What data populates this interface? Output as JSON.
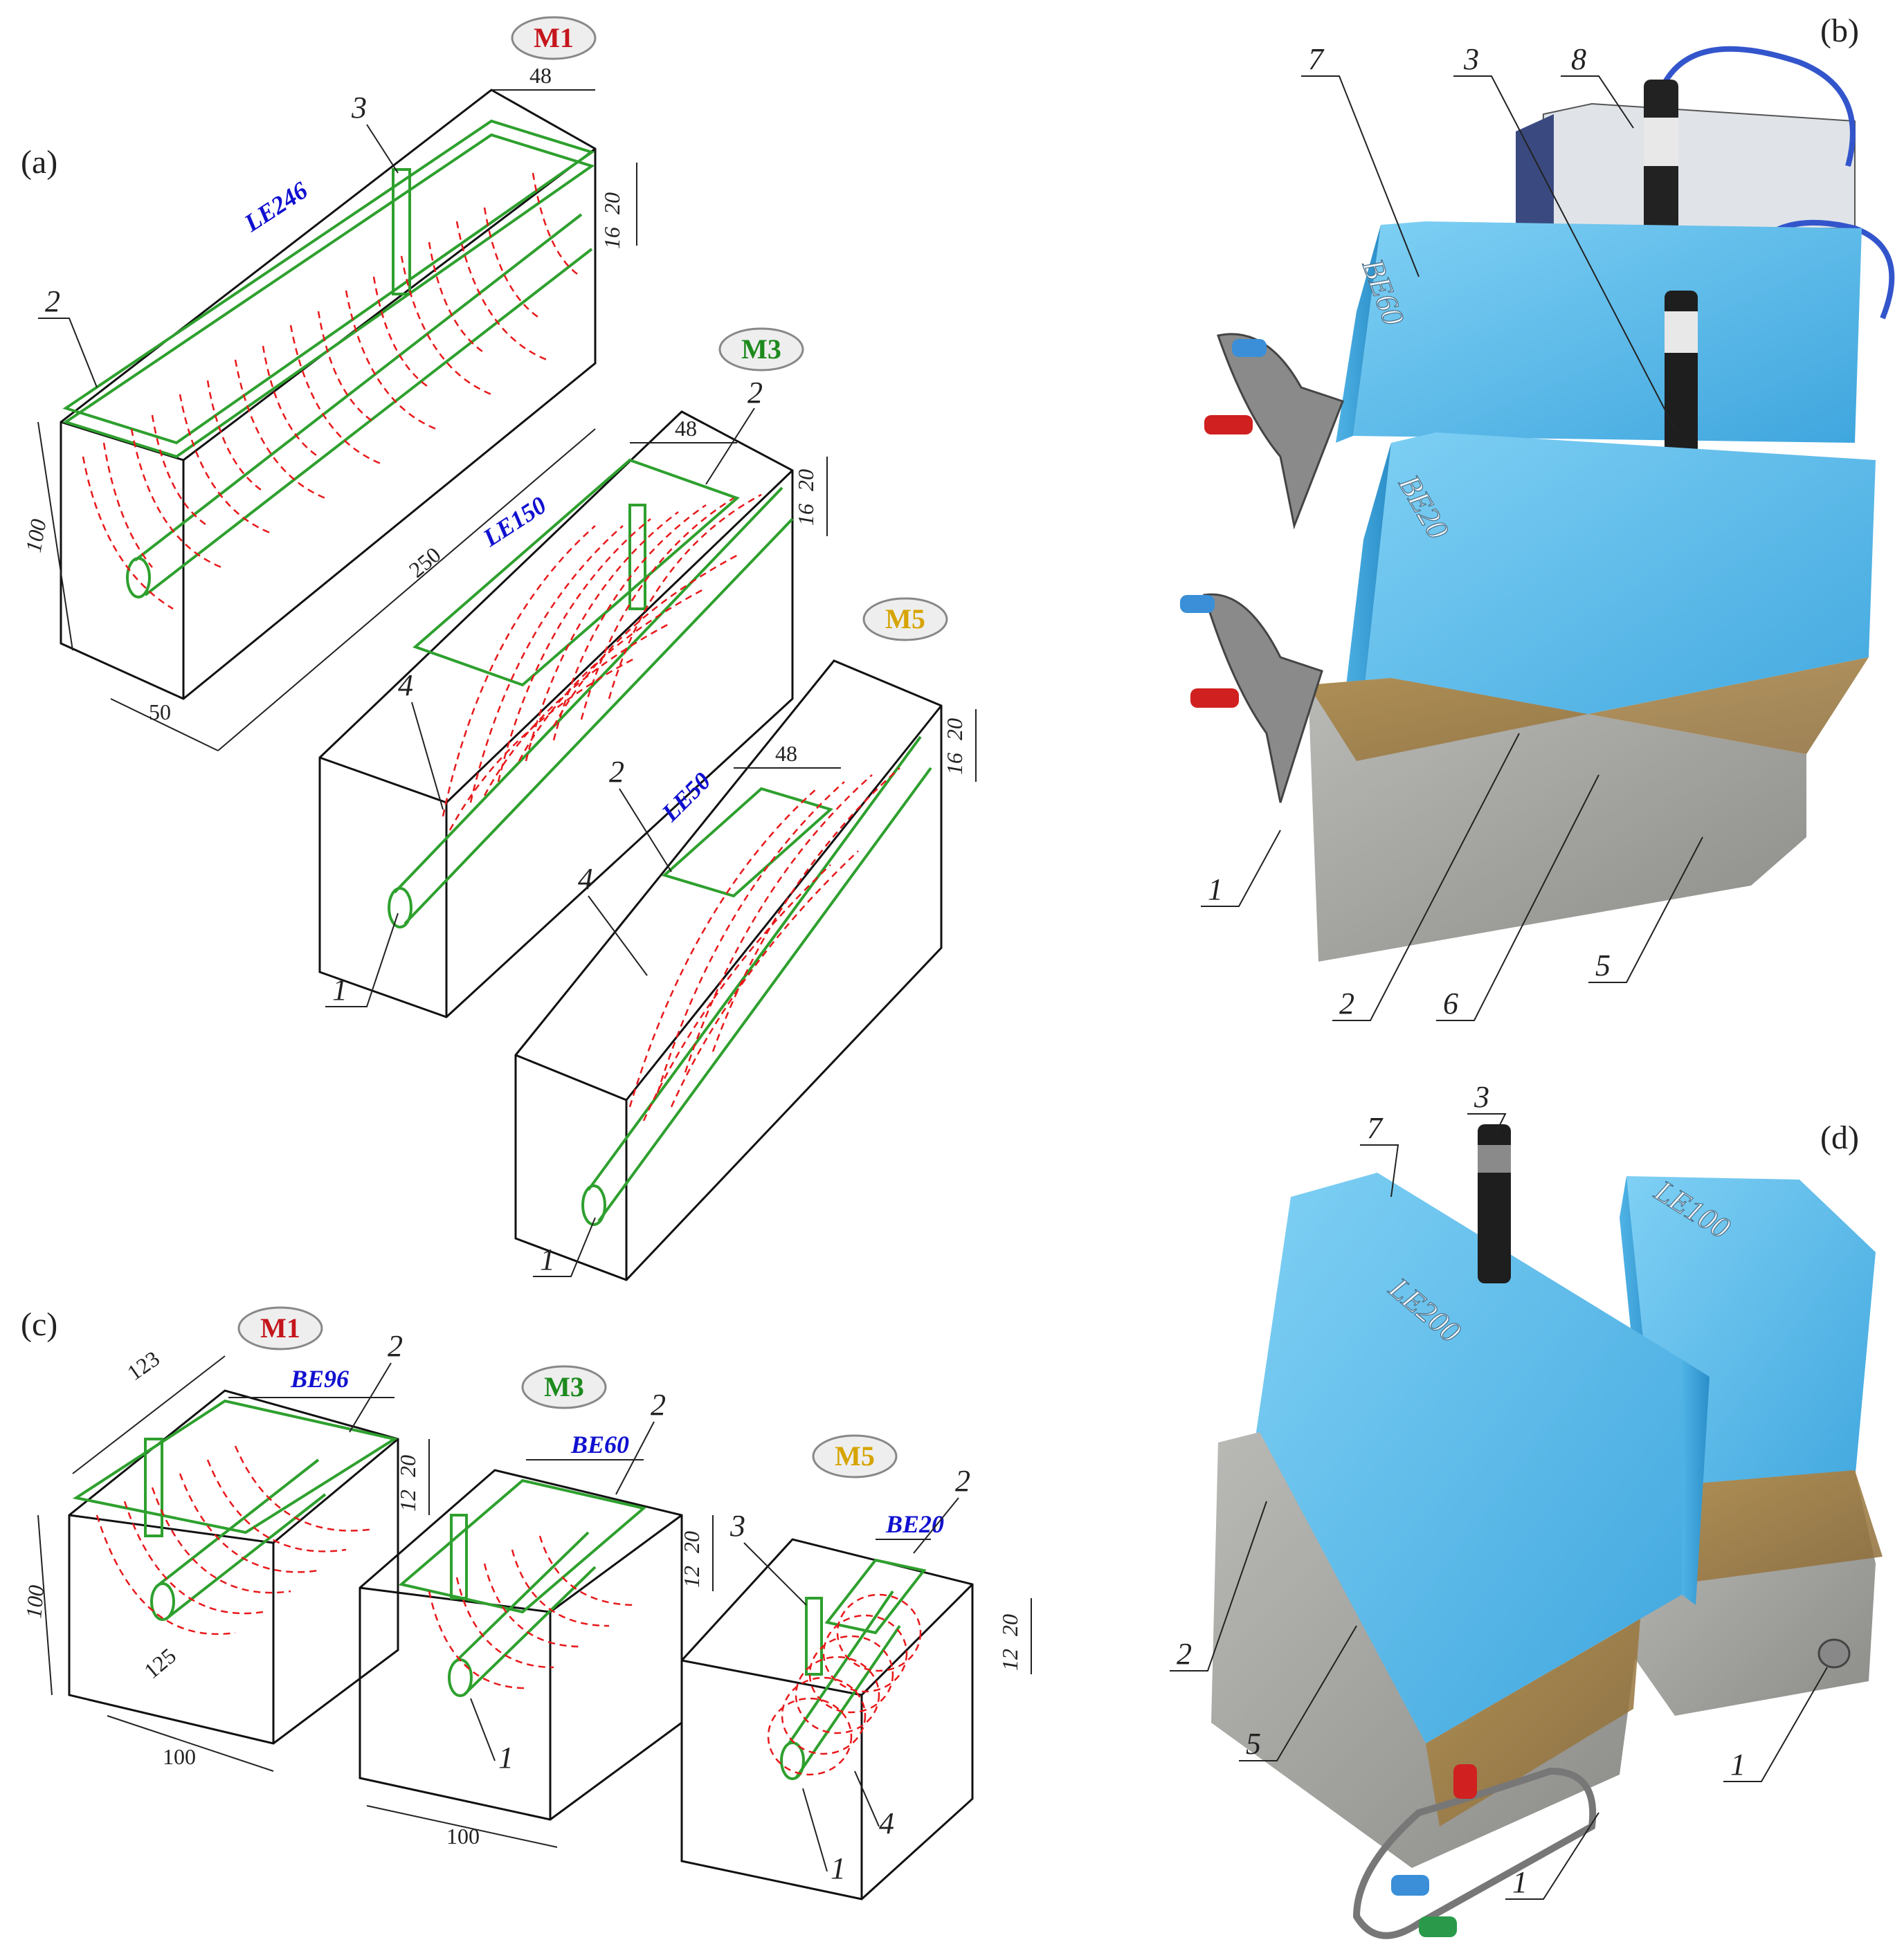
{
  "panels": {
    "a": "(a)",
    "b": "(b)",
    "c": "(c)",
    "d": "(d)"
  },
  "models": {
    "m1": {
      "label": "M1",
      "color": "#c4161c"
    },
    "m3": {
      "label": "M3",
      "color": "#1d8a1d"
    },
    "m5": {
      "label": "M5",
      "color": "#d6a400"
    }
  },
  "panel_a": {
    "dim_48_m1": "48",
    "dim_48_m3": "48",
    "dim_48_m5": "48",
    "dim_20_m1": "20",
    "dim_16_m1": "16",
    "dim_20_m3": "20",
    "dim_16_m3": "16",
    "dim_20_m5": "20",
    "dim_16_m5": "16",
    "dim_100": "100",
    "dim_250": "250",
    "dim_50": "50",
    "le_m1": "LE246",
    "le_m3": "LE150",
    "le_m5": "LE50",
    "callouts": [
      "3",
      "2",
      "2",
      "4",
      "1",
      "2",
      "4",
      "1"
    ]
  },
  "panel_c": {
    "dim_123": "123",
    "dim_100_v": "100",
    "dim_125": "125",
    "dim_100_m1": "100",
    "dim_100_m3": "100",
    "be_m1": "BE96",
    "be_m3": "BE60",
    "be_m5": "BE20",
    "dim_20_m1": "20",
    "dim_12_m1": "12",
    "dim_20_m3": "20",
    "dim_12_m3": "12",
    "dim_20_m5": "20",
    "dim_12_m5": "12",
    "callouts": [
      "2",
      "2",
      "1",
      "3",
      "2",
      "1",
      "4"
    ]
  },
  "panel_b": {
    "be60": "BE60",
    "be20": "BE20",
    "callouts": [
      "7",
      "3",
      "8",
      "1",
      "2",
      "6",
      "5"
    ]
  },
  "panel_d": {
    "le200": "LE200",
    "le100": "LE100",
    "callouts": [
      "7",
      "3",
      "2",
      "5",
      "1",
      "1"
    ]
  }
}
